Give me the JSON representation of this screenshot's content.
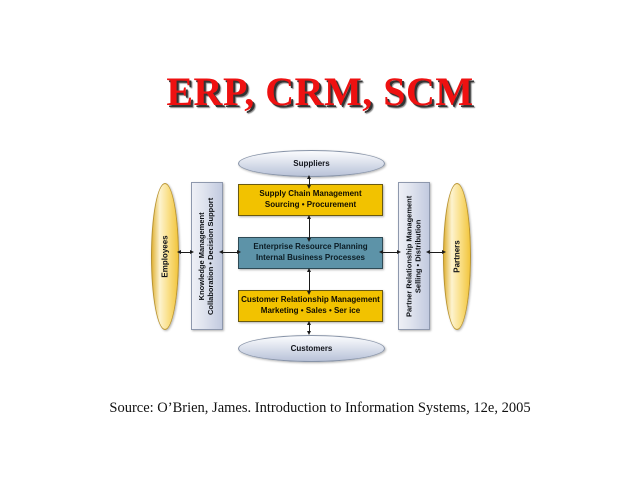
{
  "slide": {
    "title": "ERP, CRM, SCM",
    "title_color": "#ee1111",
    "source": "Source: O’Brien, James.  Introduction to Information Systems, 12e, 2005"
  },
  "diagram": {
    "top_entity": {
      "label": "Suppliers",
      "shape": "ellipse",
      "fill": "#dde2ed"
    },
    "bottom_entity": {
      "label": "Customers",
      "shape": "ellipse",
      "fill": "#dde2ed"
    },
    "left_entity": {
      "label": "Employees",
      "shape": "ellipse",
      "fill": "#f7dd8e"
    },
    "right_entity": {
      "label": "Partners",
      "shape": "ellipse",
      "fill": "#f7dd8e"
    },
    "left_panel": {
      "line1": "Knowledge Management",
      "line2": "Collaboration • Decision Support",
      "fill": "#d5dbe9"
    },
    "right_panel": {
      "line1": "Partner Relationship Management",
      "line2": "Selling • Distribution",
      "fill": "#d5dbe9"
    },
    "center_boxes": [
      {
        "id": "scm",
        "line1": "Supply Chain Management",
        "line2": "Sourcing • Procurement",
        "fill": "#f2c200"
      },
      {
        "id": "erp",
        "line1": "Enterprise Resource Planning",
        "line2": "Internal Business Processes",
        "fill": "#5d93a8"
      },
      {
        "id": "crm",
        "line1": "Customer Relationship Management",
        "line2": "Marketing • Sales • Ser ice",
        "fill": "#f2c200"
      }
    ]
  }
}
